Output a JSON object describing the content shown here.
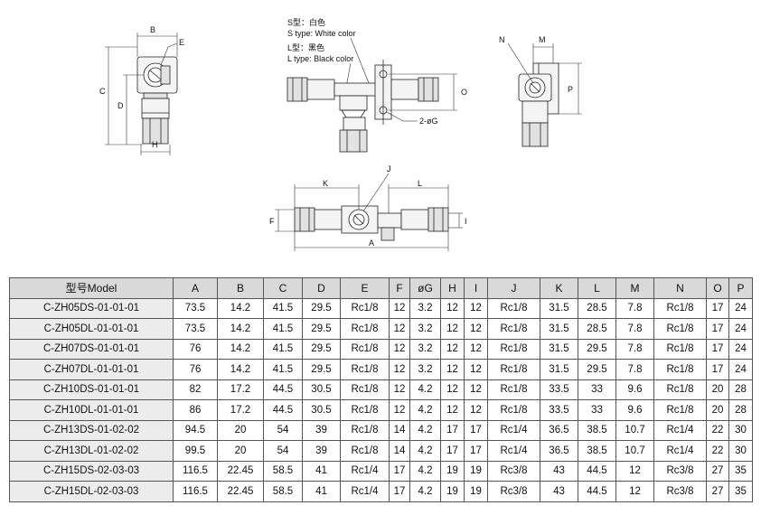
{
  "drawing_labels": {
    "view_side_left": [
      "B",
      "E",
      "C",
      "D",
      "H"
    ],
    "view_front": [
      "S型：白色",
      "S type: White color",
      "L型：黑色",
      "L type: Black color",
      "O",
      "2-øG"
    ],
    "view_side_right": [
      "N",
      "M",
      "P"
    ],
    "view_bottom": [
      "J",
      "K",
      "L",
      "F",
      "I",
      "A"
    ]
  },
  "table": {
    "headers": [
      "型号Model",
      "A",
      "B",
      "C",
      "D",
      "E",
      "F",
      "øG",
      "H",
      "I",
      "J",
      "K",
      "L",
      "M",
      "N",
      "O",
      "P"
    ],
    "rows": [
      [
        "C-ZH05DS-01-01-01",
        "73.5",
        "14.2",
        "41.5",
        "29.5",
        "Rc1/8",
        "12",
        "3.2",
        "12",
        "12",
        "Rc1/8",
        "31.5",
        "28.5",
        "7.8",
        "Rc1/8",
        "17",
        "24"
      ],
      [
        "C-ZH05DL-01-01-01",
        "73.5",
        "14.2",
        "41.5",
        "29.5",
        "Rc1/8",
        "12",
        "3.2",
        "12",
        "12",
        "Rc1/8",
        "31.5",
        "28.5",
        "7.8",
        "Rc1/8",
        "17",
        "24"
      ],
      [
        "C-ZH07DS-01-01-01",
        "76",
        "14.2",
        "41.5",
        "29.5",
        "Rc1/8",
        "12",
        "3.2",
        "12",
        "12",
        "Rc1/8",
        "31.5",
        "29.5",
        "7.8",
        "Rc1/8",
        "17",
        "24"
      ],
      [
        "C-ZH07DL-01-01-01",
        "76",
        "14.2",
        "41.5",
        "29.5",
        "Rc1/8",
        "12",
        "3.2",
        "12",
        "12",
        "Rc1/8",
        "31.5",
        "29.5",
        "7.8",
        "Rc1/8",
        "17",
        "24"
      ],
      [
        "C-ZH10DS-01-01-01",
        "82",
        "17.2",
        "44.5",
        "30.5",
        "Rc1/8",
        "12",
        "4.2",
        "12",
        "12",
        "Rc1/8",
        "33.5",
        "33",
        "9.6",
        "Rc1/8",
        "20",
        "28"
      ],
      [
        "C-ZH10DL-01-01-01",
        "86",
        "17.2",
        "44.5",
        "30.5",
        "Rc1/8",
        "12",
        "4.2",
        "12",
        "12",
        "Rc1/8",
        "33.5",
        "33",
        "9.6",
        "Rc1/8",
        "20",
        "28"
      ],
      [
        "C-ZH13DS-01-02-02",
        "94.5",
        "20",
        "54",
        "39",
        "Rc1/8",
        "14",
        "4.2",
        "17",
        "17",
        "Rc1/4",
        "36.5",
        "38.5",
        "10.7",
        "Rc1/4",
        "22",
        "30"
      ],
      [
        "C-ZH13DL-01-02-02",
        "99.5",
        "20",
        "54",
        "39",
        "Rc1/8",
        "14",
        "4.2",
        "17",
        "17",
        "Rc1/4",
        "36.5",
        "38.5",
        "10.7",
        "Rc1/4",
        "22",
        "30"
      ],
      [
        "C-ZH15DS-02-03-03",
        "116.5",
        "22.45",
        "58.5",
        "41",
        "Rc1/4",
        "17",
        "4.2",
        "19",
        "19",
        "Rc3/8",
        "43",
        "44.5",
        "12",
        "Rc3/8",
        "27",
        "35"
      ],
      [
        "C-ZH15DL-02-03-03",
        "116.5",
        "22.45",
        "58.5",
        "41",
        "Rc1/4",
        "17",
        "4.2",
        "19",
        "19",
        "Rc3/8",
        "43",
        "44.5",
        "12",
        "Rc3/8",
        "27",
        "35"
      ]
    ]
  }
}
